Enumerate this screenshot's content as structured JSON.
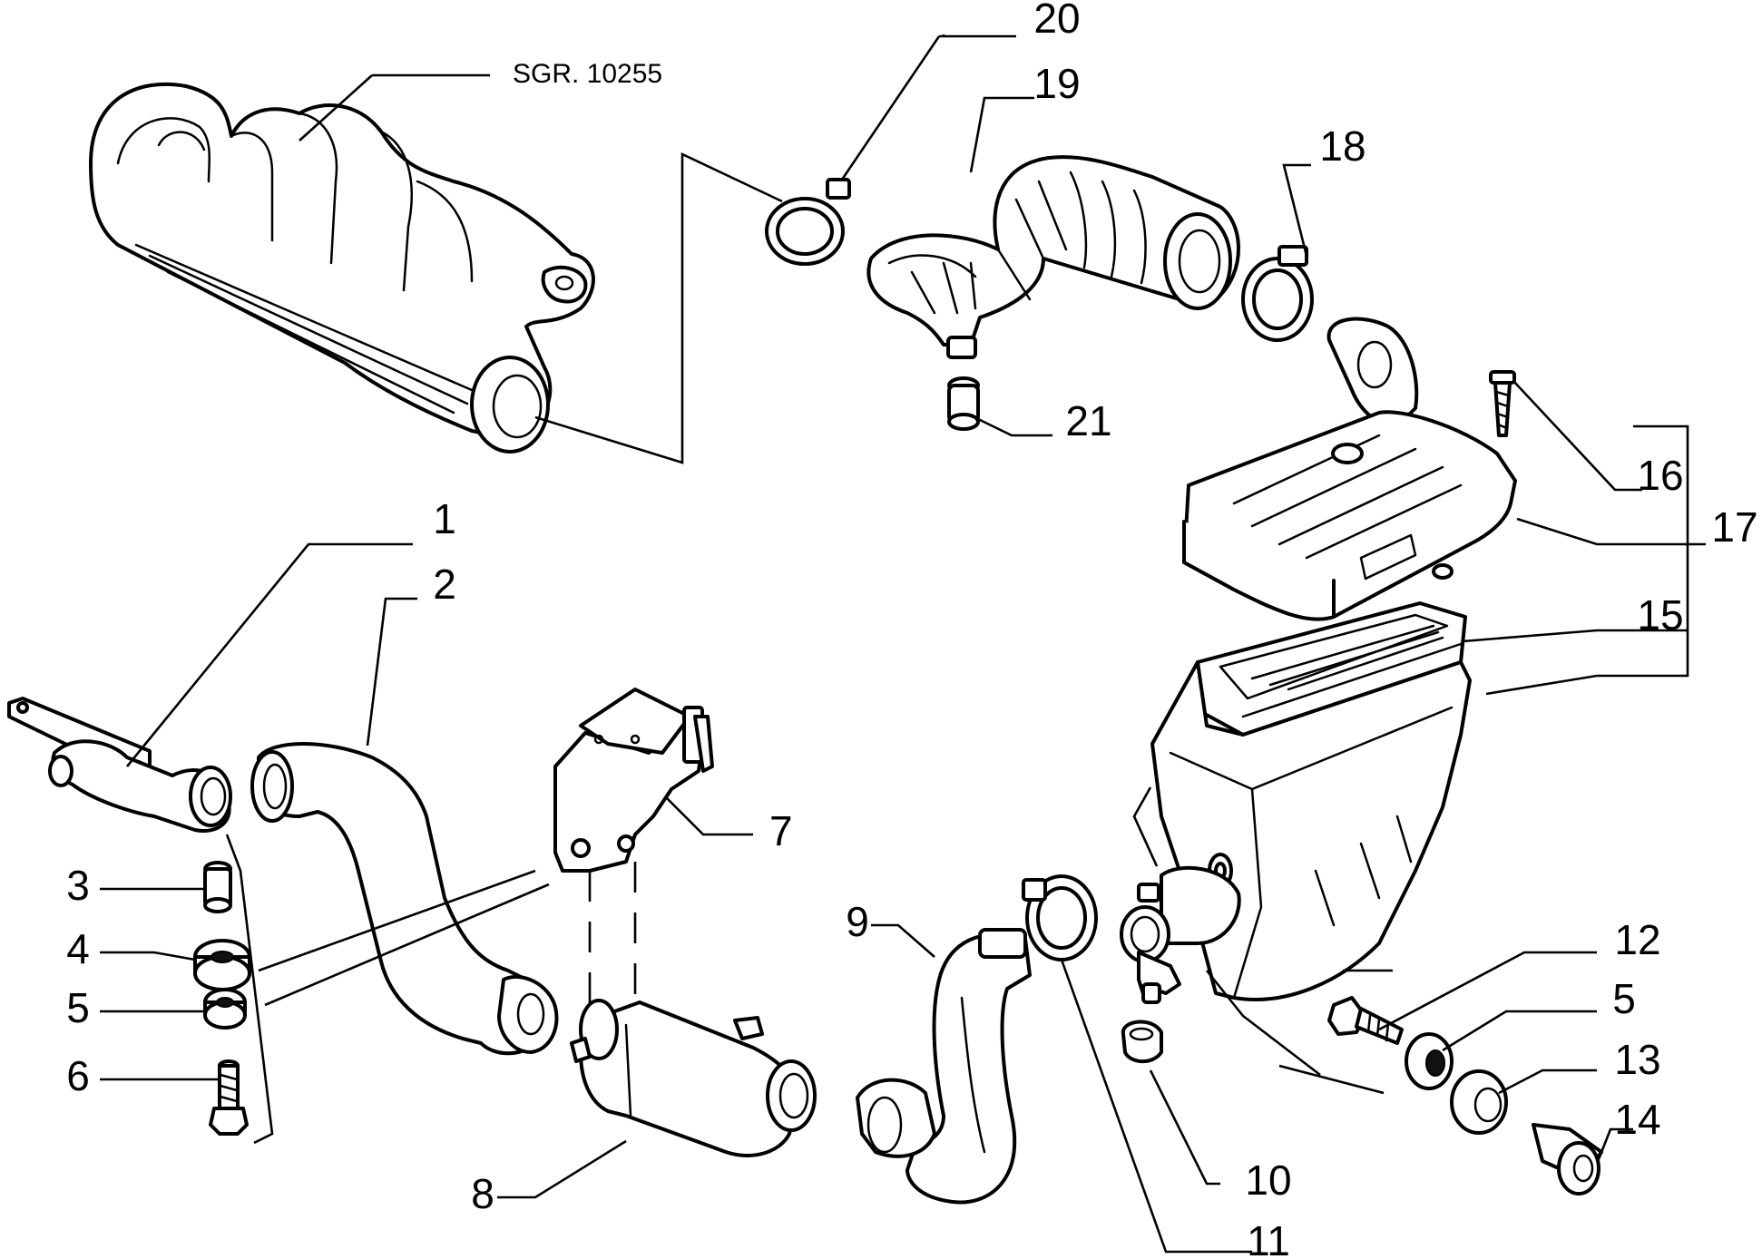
{
  "reference_label": "SGR. 10255",
  "callouts": {
    "c1": "1",
    "c2": "2",
    "c3": "3",
    "c4": "4",
    "c5a": "5",
    "c6": "6",
    "c7": "7",
    "c8": "8",
    "c9": "9",
    "c10": "10",
    "c11": "11",
    "c12": "12",
    "c5b": "5",
    "c13": "13",
    "c14": "14",
    "c15": "15",
    "c16": "16",
    "c17": "17",
    "c18": "18",
    "c19": "19",
    "c20": "20",
    "c21": "21"
  }
}
